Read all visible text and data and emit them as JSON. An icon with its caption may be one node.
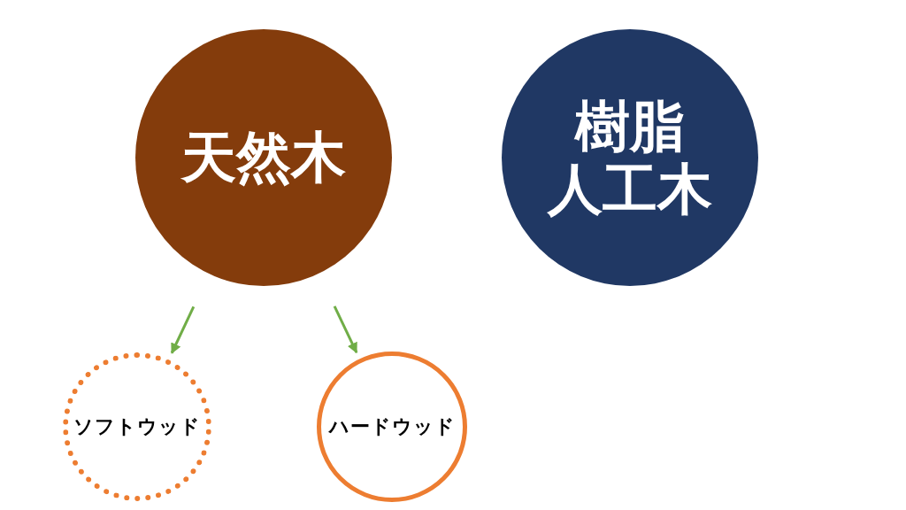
{
  "diagram": {
    "nodes": [
      {
        "text": [
          "天然木"
        ]
      },
      {
        "text": [
          "樹脂人工木"
        ]
      },
      {
        "text": [
          "ソフトウッド"
        ]
      },
      {
        "text": [
          "ハードウッド"
        ]
      }
    ],
    "edges": [
      {
        "from": 0,
        "to": 2,
        "arrow": "to"
      },
      {
        "from": 0,
        "to": 3,
        "arrow": "to"
      }
    ]
  }
}
